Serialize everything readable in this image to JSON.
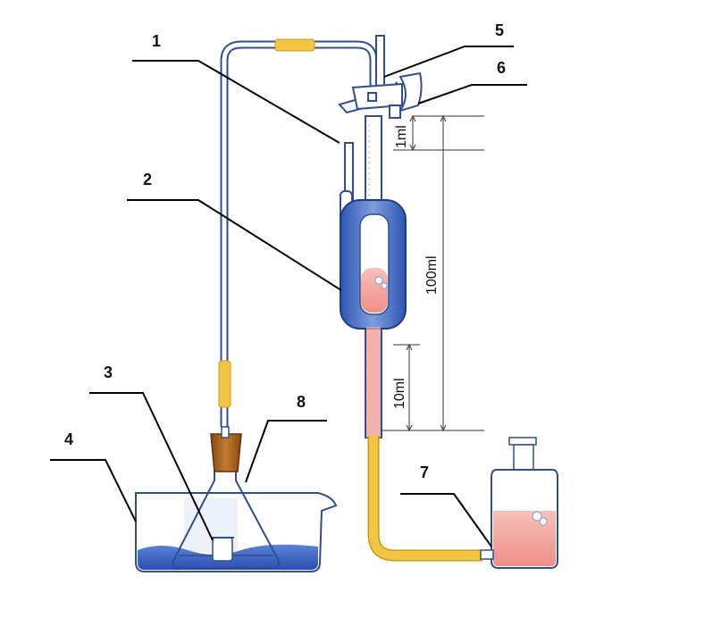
{
  "callouts": {
    "c1": "1",
    "c2": "2",
    "c3": "3",
    "c4": "4",
    "c5": "5",
    "c6": "6",
    "c7": "7",
    "c8": "8"
  },
  "dimensions": {
    "small": "1ml",
    "total": "100ml",
    "lower": "10ml"
  },
  "colors": {
    "glass_outline": "#2f4f8f",
    "water_blue": "#3a62c4",
    "rubber_tube": "#f2c542",
    "liquid_pink": "#f4a9a2",
    "cork": "#a8621f"
  }
}
